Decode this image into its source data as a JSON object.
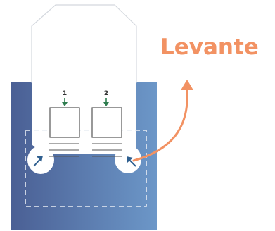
{
  "labels": {
    "lift": "Levante",
    "slot_1": "1",
    "slot_2": "2"
  },
  "colors": {
    "accent": "#f29263",
    "panel_left": "#4a5f94",
    "panel_right": "#6c97c8",
    "slot_arrow": "#2e7d4f",
    "corner_arrow": "#2f5f8f",
    "dashed_outline": "#e9edf4"
  },
  "icons": {
    "slot_markers": "down-arrow-icon",
    "corner_markers": "diagonal-arrow-icon",
    "lift_arrow": "curved-up-arrow-icon"
  }
}
